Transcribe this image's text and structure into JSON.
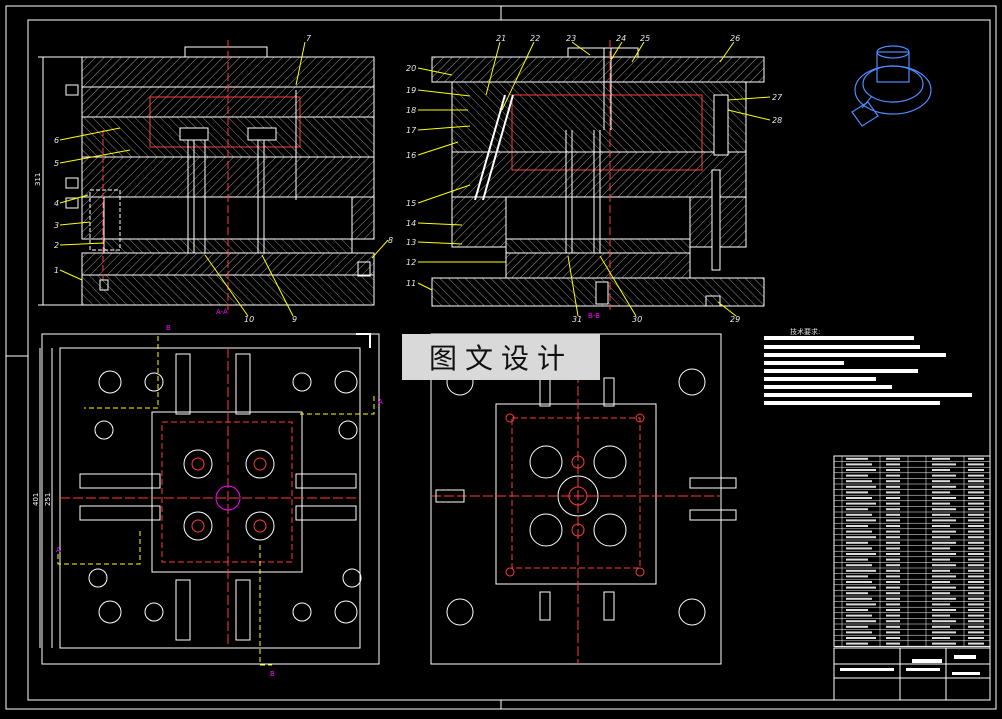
{
  "watermark_text": "图文设计",
  "section_labels": {
    "aa": "A-A",
    "bb": "B-B",
    "a": "A",
    "b": "B"
  },
  "dimensions": {
    "d311": "311",
    "d401": "401",
    "d251": "251"
  },
  "tech_requirements_title": "技术要求:",
  "callouts_right": [
    "20",
    "19",
    "18",
    "17",
    "16",
    "15",
    "14",
    "13",
    "12",
    "11",
    "21",
    "22",
    "23",
    "24",
    "25",
    "26",
    "27",
    "28",
    "29",
    "30",
    "31"
  ],
  "callouts_left": [
    "7",
    "6",
    "5",
    "4",
    "3",
    "2",
    "1",
    "8",
    "9",
    "10"
  ],
  "colors": {
    "background": "#000000",
    "outline": "#ffffff",
    "section": "#ff3b3b",
    "leader": "#ffff00",
    "callout": "#e8e8e8",
    "label": "#ff00ff",
    "hatch": "#bfbfbf"
  }
}
